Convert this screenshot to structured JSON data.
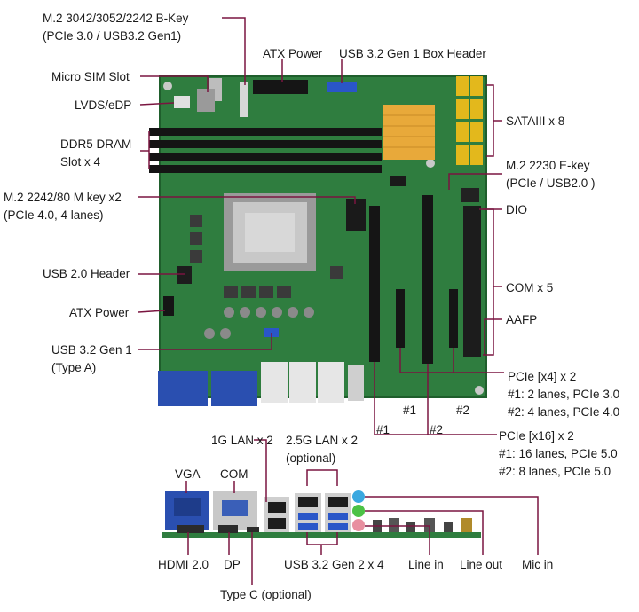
{
  "labels": {
    "m2_bkey_1": "M.2 3042/3052/2242 B-Key",
    "m2_bkey_2": "(PCIe 3.0 / USB3.2 Gen1)",
    "atx_power_top": "ATX Power",
    "usb32_box_header": "USB 3.2 Gen 1 Box Header",
    "micro_sim": "Micro SIM Slot",
    "lvds_edp": "LVDS/eDP",
    "sata": "SATAIII x 8",
    "ddr5_1": "DDR5 DRAM",
    "ddr5_2": "Slot x 4",
    "m2_ekey_1": "M.2 2230 E-key",
    "m2_ekey_2": "(PCIe / USB2.0 )",
    "m2_mkey_1": "M.2 2242/80 M key x2",
    "m2_mkey_2": "(PCIe 4.0, 4 lanes)",
    "dio": "DIO",
    "usb20_header": "USB 2.0 Header",
    "com_x5": "COM x 5",
    "atx_power_left": "ATX Power",
    "aafp": "AAFP",
    "usb32_gen1_1": "USB 3.2 Gen 1",
    "usb32_gen1_2": "(Type A)",
    "pcie_x4_1": "PCIe [x4] x 2",
    "pcie_x4_2": "#1: 2 lanes, PCIe 3.0",
    "pcie_x4_3": "#2: 4 lanes, PCIe 4.0",
    "slot_x4_n1": "#1",
    "slot_x4_n2": "#2",
    "slot_x16_n1": "#1",
    "slot_x16_n2": "#2",
    "lan1g": "1G LAN x 2",
    "lan25g_1": "2.5G LAN x 2",
    "lan25g_2": "(optional)",
    "pcie_x16_1": "PCIe [x16] x 2",
    "pcie_x16_2": "#1: 16 lanes, PCIe 5.0",
    "pcie_x16_3": "#2: 8 lanes, PCIe 5.0",
    "vga": "VGA",
    "com": "COM",
    "hdmi": "HDMI 2.0",
    "dp": "DP",
    "usb32_gen2": "USB 3.2 Gen 2 x 4",
    "line_in": "Line in",
    "line_out": "Line out",
    "mic_in": "Mic in",
    "type_c": "Type C (optional)"
  },
  "colors": {
    "pcb": "#2f7d3f",
    "pcb_dark": "#1f5e2c",
    "leader": "#7a1540",
    "dimm": "#141414",
    "sata": "#e3b81c",
    "heatsink": "#e8a93a",
    "vga_blue": "#2a4fb0",
    "audio_green": "#4cc246",
    "audio_pink": "#e88fa0",
    "audio_blue": "#3aa8e0"
  }
}
